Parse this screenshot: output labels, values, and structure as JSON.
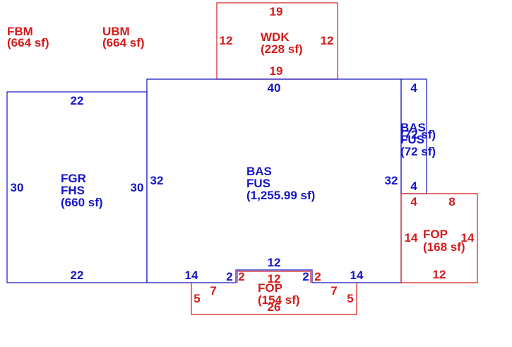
{
  "colors": {
    "blue": "#1515c8",
    "red": "#d41a1a"
  },
  "legend": {
    "fbm": {
      "name": "FBM",
      "area": "(664 sf)"
    },
    "ubm": {
      "name": "UBM",
      "area": "(664 sf)"
    }
  },
  "areas": {
    "wdk": {
      "name": "WDK",
      "area": "(228 sf)",
      "top": "19",
      "bottom": "19",
      "left": "12",
      "right": "12"
    },
    "main": {
      "name1": "BAS",
      "name2": "FUS",
      "area": "(1,255.99 sf)",
      "top": "40",
      "left": "32",
      "right": "32"
    },
    "garage": {
      "name1": "FGR",
      "name2": "FHS",
      "area": "(660 sf)",
      "top": "22",
      "bottom": "22",
      "left": "30",
      "right": "30"
    },
    "side": {
      "name1": "BAS",
      "overlap": "(72 sf)",
      "name2": "FUS",
      "area": "(72 sf)",
      "top": "4",
      "bottom": "4"
    },
    "porch_right": {
      "name": "FOP",
      "area": "(168 sf)",
      "top_left": "4",
      "top_right": "8",
      "left": "14",
      "right": "14",
      "bottom": "12"
    },
    "porch_front": {
      "name": "FOP",
      "area": "(154 sf)",
      "bottom": "26",
      "inner_top": "12",
      "inner_left": "2",
      "inner_right": "2",
      "left": "5",
      "right": "5",
      "step_left": "7",
      "step_right": "7"
    },
    "main_bottom": {
      "left": "14",
      "right": "14",
      "notch_top": "12",
      "notch_left": "2",
      "notch_right": "2"
    }
  }
}
